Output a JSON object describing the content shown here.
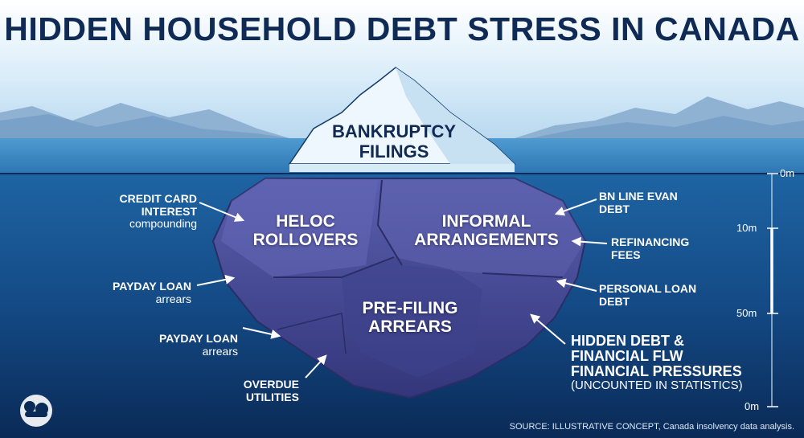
{
  "title": "HIDDEN HOUSEHOLD DEBT STRESS IN CANADA",
  "tip": {
    "line1": "BANKRUPTCY",
    "line2": "FILINGS"
  },
  "blocks": {
    "heloc": {
      "line1": "HELOC",
      "line2": "ROLLOVERS"
    },
    "informal": {
      "line1": "INFORMAL",
      "line2": "ARRANGEMENTS"
    },
    "prefiling": {
      "line1": "PRE-FILING",
      "line2": "ARREARS"
    }
  },
  "left_labels": {
    "credit_card": {
      "line1": "CREDIT CARD",
      "line2": "INTEREST",
      "line3": "compounding"
    },
    "payday_1": {
      "line1": "PAYDAY LOAN",
      "line2": "arrears"
    },
    "payday_2": {
      "line1": "PAYDAY LOAN",
      "line2": "arrears"
    },
    "overdue": {
      "line1": "OVERDUE",
      "line2": "UTILITIES"
    }
  },
  "right_labels": {
    "bnline": {
      "line1": "BN LINE EVAN",
      "line2": "DEBT"
    },
    "refinancing": {
      "line1": "REFINANCING",
      "line2": "FEES"
    },
    "personal": {
      "line1": "PERSONAL LOAN",
      "line2": "DEBT"
    },
    "hidden": {
      "line1": "HIDDEN DEBT &",
      "line2": "FINANCIAL FLW",
      "line3": "FINANCIAL PRESSURES",
      "line4": "(UNCOUNTED IN STATISTICS)"
    }
  },
  "depth_scale": {
    "top": "0m",
    "mark1": "10m",
    "mark2": "50m",
    "bottom": "0m"
  },
  "source": "SOURCE: ILLUSTRATIVE CONCEPT, Canada insolvency data analysis.",
  "colors": {
    "title": "#0f2b55",
    "sky_top": "#cfe6f7",
    "water_surface": "#2f78b5",
    "deep_water": "#0b2c5a",
    "ice": "#eef7fd",
    "underwater_ice": "#4a4f9c"
  }
}
